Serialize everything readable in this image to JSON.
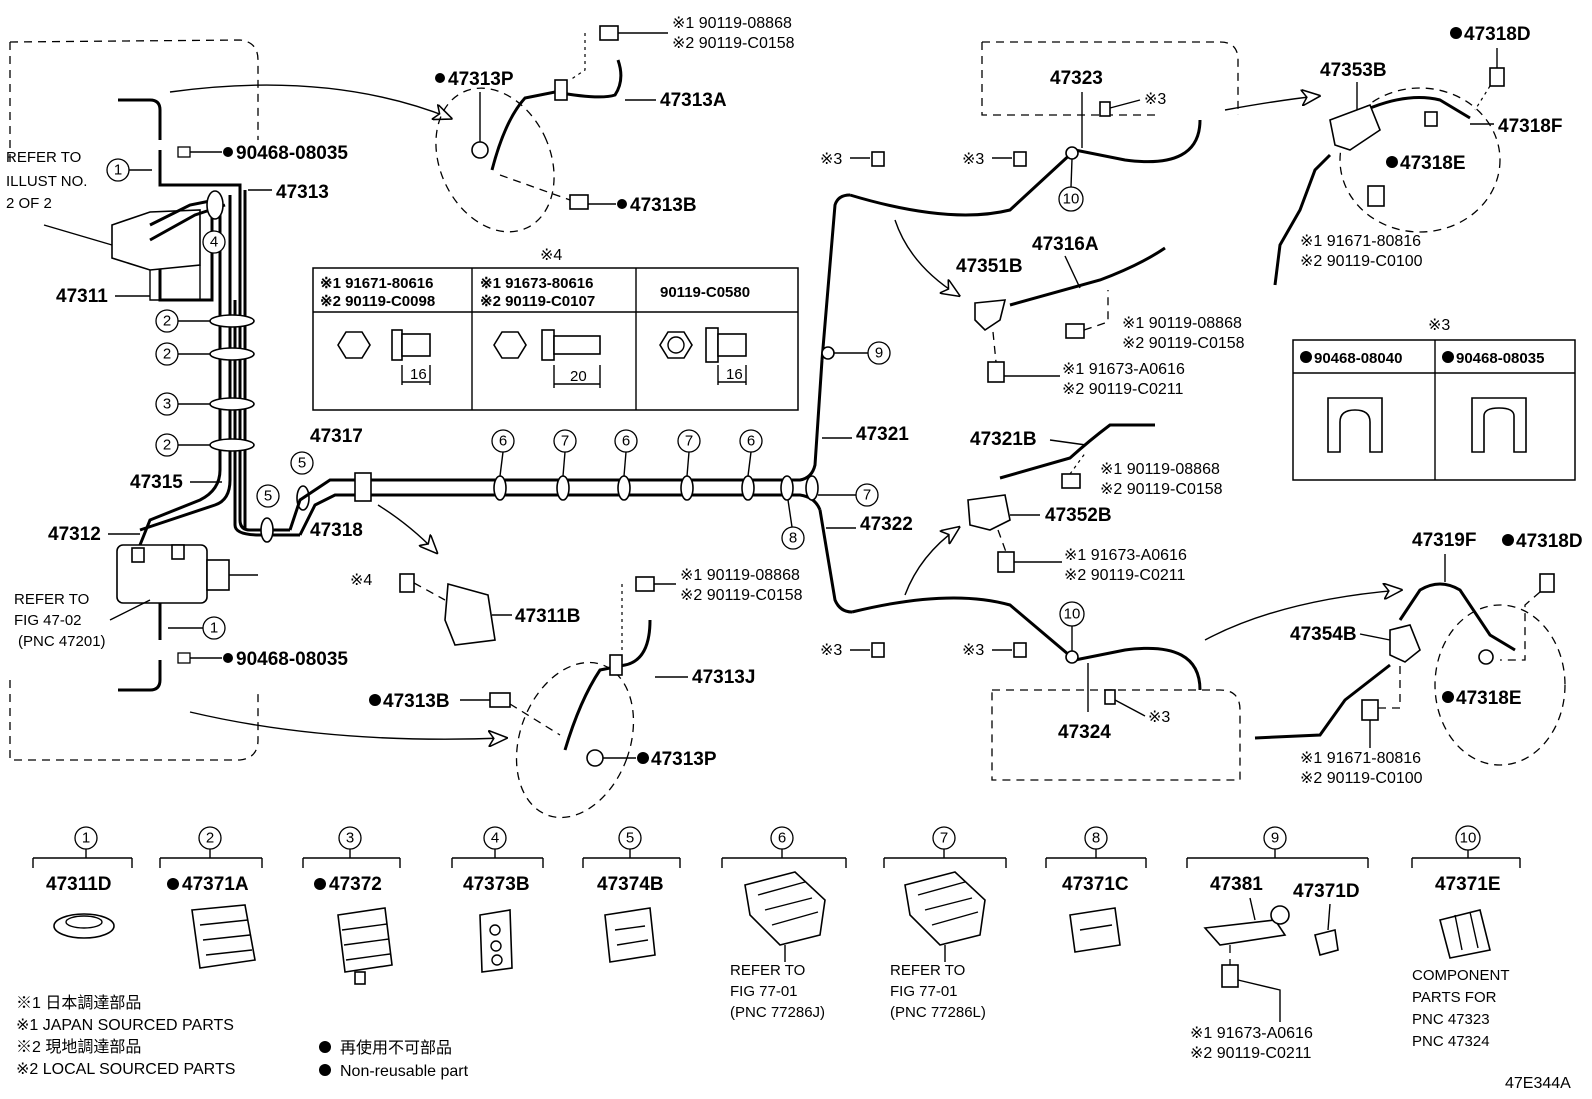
{
  "diagram_id": "47E344A",
  "parts": {
    "p47313P_a": "47313P",
    "p47313A": "47313A",
    "p47313B_a": "47313B",
    "p47313": "47313",
    "p90468_top": "90468-08035",
    "p47311": "47311",
    "p47315": "47315",
    "p47312": "47312",
    "p47317": "47317",
    "p47318": "47318",
    "p47311B": "47311B",
    "p90468_bot": "90468-08035",
    "p47313B_b": "47313B",
    "p47313J": "47313J",
    "p47313P_b": "47313P",
    "p47321": "47321",
    "p47322": "47322",
    "p47323": "47323",
    "p47324": "47324",
    "p47316A": "47316A",
    "p47351B": "47351B",
    "p47321B": "47321B",
    "p47352B": "47352B",
    "p47353B": "47353B",
    "p47318D_a": "47318D",
    "p47318F": "47318F",
    "p47318E_a": "47318E",
    "p47319F": "47319F",
    "p47318D_b": "47318D",
    "p47354B": "47354B",
    "p47318E_b": "47318E"
  },
  "refs": {
    "refer_illust": [
      "REFER TO",
      "ILLUST NO.",
      "2 OF 2"
    ],
    "refer_fig47": [
      "REFER TO",
      "FIG 47-02",
      "(PNC 47201)"
    ],
    "refer_fig77_j": [
      "REFER TO",
      "FIG 77-01",
      "(PNC 77286J)"
    ],
    "refer_fig77_l": [
      "REFER TO",
      "FIG 77-01",
      "(PNC 77286L)"
    ],
    "component": [
      "COMPONENT",
      "PARTS FOR",
      "PNC 47323",
      "PNC 47324"
    ]
  },
  "bolt_callouts": {
    "top_center": [
      "※1 90119-08868",
      "※2 90119-C0158"
    ],
    "bottom_center": [
      "※1 90119-08868",
      "※2 90119-C0158"
    ],
    "mid_right_a": [
      "※1 90119-08868",
      "※2 90119-C0158"
    ],
    "mid_right_b": [
      "※1 91673-A0616",
      "※2 90119-C0211"
    ],
    "mid_right_c": [
      "※1 90119-08868",
      "※2 90119-C0158"
    ],
    "mid_right_d": [
      "※1 91673-A0616",
      "※2 90119-C0211"
    ],
    "top_right": [
      "※1 91671-80816",
      "※2 90119-C0100"
    ],
    "bottom_right": [
      "※1 91671-80816",
      "※2 90119-C0100"
    ],
    "legend_9": [
      "※1 91673-A0616",
      "※2 90119-C0211"
    ]
  },
  "marks": {
    "m3": "※3",
    "m4": "※4",
    "dim16": "16",
    "dim20": "20"
  },
  "table4": {
    "title": "※4",
    "cols": [
      {
        "l1": "※1 91671-80616",
        "l2": "※2 90119-C0098",
        "dim": "16"
      },
      {
        "l1": "※1 91673-80616",
        "l2": "※2 90119-C0107",
        "dim": "20"
      },
      {
        "l1": "90119-C0580",
        "l2": "",
        "dim": "16"
      }
    ]
  },
  "table3": {
    "title": "※3",
    "cols": [
      "90468-08040",
      "90468-08035"
    ]
  },
  "legend_items": [
    {
      "n": "1",
      "part": "47311D"
    },
    {
      "n": "2",
      "part": "47371A"
    },
    {
      "n": "3",
      "part": "47372"
    },
    {
      "n": "4",
      "part": "47373B"
    },
    {
      "n": "5",
      "part": "47374B"
    },
    {
      "n": "6",
      "part": ""
    },
    {
      "n": "7",
      "part": ""
    },
    {
      "n": "8",
      "part": "47371C"
    },
    {
      "n": "9",
      "part": "47381"
    },
    {
      "n": "10",
      "part": "47371E"
    }
  ],
  "legend9_second": "47371D",
  "notes": [
    "※1 日本調達部品",
    "※1 JAPAN SOURCED PARTS",
    "※2 現地調達部品",
    "※2 LOCAL SOURCED PARTS"
  ],
  "bullet_notes": [
    "再使用不可部品",
    "Non-reusable part"
  ],
  "clamp_numbers": {
    "c1": "1",
    "c2": "2",
    "c3": "3",
    "c4": "4",
    "c5": "5",
    "c6": "6",
    "c7": "7",
    "c8": "8",
    "c9": "9",
    "c10": "10"
  }
}
